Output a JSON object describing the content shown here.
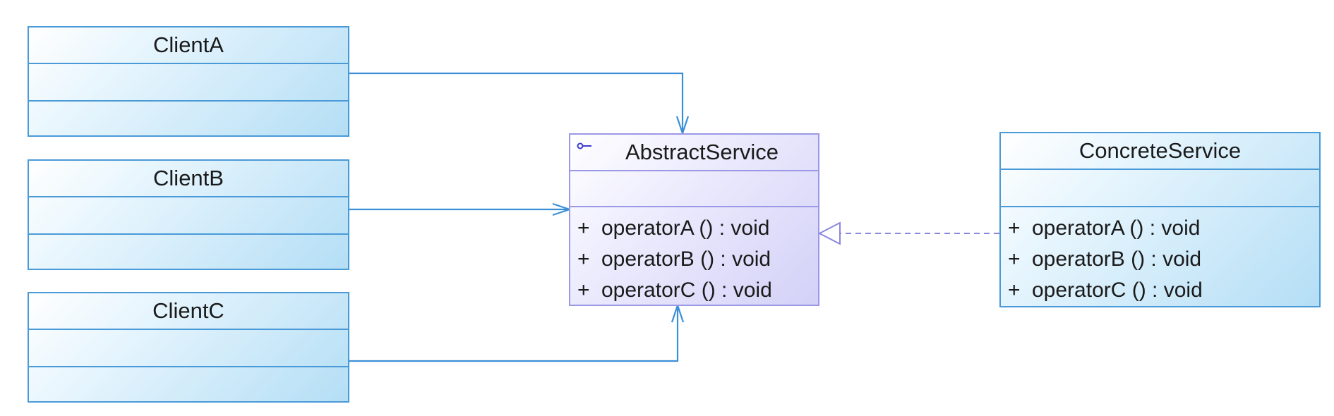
{
  "colors": {
    "client_border": "#4a9ad8",
    "abstract_border": "#9b98e6",
    "connector": "#3b8fd6",
    "realization": "#8a86e0"
  },
  "classes": {
    "client_a": {
      "name": "ClientA"
    },
    "client_b": {
      "name": "ClientB"
    },
    "client_c": {
      "name": "ClientC"
    },
    "abstract_service": {
      "name": "AbstractService",
      "stereotype_icon": "abstract-class-icon",
      "operations": [
        {
          "visibility": "+",
          "signature": "operatorA ()  : void"
        },
        {
          "visibility": "+",
          "signature": "operatorB ()  : void"
        },
        {
          "visibility": "+",
          "signature": "operatorC ()  : void"
        }
      ]
    },
    "concrete_service": {
      "name": "ConcreteService",
      "operations": [
        {
          "visibility": "+",
          "signature": "operatorA ()  : void"
        },
        {
          "visibility": "+",
          "signature": "operatorB ()  : void"
        },
        {
          "visibility": "+",
          "signature": "operatorC ()  : void"
        }
      ]
    }
  },
  "relations": [
    {
      "from": "ClientA",
      "to": "AbstractService",
      "type": "association"
    },
    {
      "from": "ClientB",
      "to": "AbstractService",
      "type": "association"
    },
    {
      "from": "ClientC",
      "to": "AbstractService",
      "type": "association"
    },
    {
      "from": "ConcreteService",
      "to": "AbstractService",
      "type": "realization"
    }
  ]
}
